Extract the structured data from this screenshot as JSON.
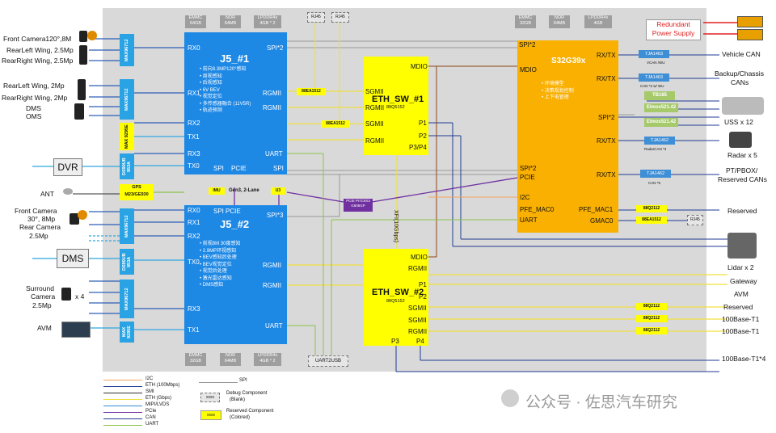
{
  "left": {
    "front_camera": "Front Camera120°,8M",
    "rearleft_wing_1": "RearLeft Wing, 2.5Mp",
    "rearright_wing_1": "RearRight Wing, 2.5Mp",
    "rearleft_wing_2": "RearLeft Wing, 2Mp",
    "rearright_wing_2": "RearRight Wing, 2Mp",
    "dms_1": "DMS",
    "oms": "OMS",
    "dvr": "DVR",
    "ant": "ANT",
    "front_camera_30_a": "Front Camera",
    "front_camera_30_b": "30°, 8Mp",
    "rear_camera_a": "Rear Camera",
    "rear_camera_b": "2.5Mp",
    "dms_2": "DMS",
    "surround_a": "Surround",
    "surround_b": "Camera",
    "surround_c": "2.5Mp",
    "surround_x4": "x 4",
    "avm": "AVM"
  },
  "serializers": {
    "max96712_1": "MAX96712",
    "max96712_2": "MAX96712",
    "max9295e_1": "MAX 9295E",
    "ds90ub_1": "DS90UB 953A",
    "gps": "GPS M23/GE930",
    "max96712_3": "MAX96712",
    "ds90ub_2": "DS90UB 953A",
    "max96712_4": "MAX96712",
    "max9295e_2": "MAX 9295E"
  },
  "j5_1": {
    "name": "J5_#1",
    "ports": {
      "rx0": "RX0",
      "rx1": "RX1",
      "rx2": "RX2",
      "tx1": "TX1",
      "rx3": "RX3",
      "tx0": "TX0",
      "spi_b": "SPI",
      "pcie": "PCIE",
      "spi_br": "SPI",
      "spi2": "SPI*2",
      "rgmii_a": "RGMII",
      "rgmii_b": "RGMII",
      "uart": "UART"
    },
    "features": [
      "前向8.3MP120°感知",
      "周视感知",
      "后视感知",
      "6V BEV",
      "视觉定位",
      "多传感器融合 (11V5R)",
      "轨迹预测"
    ],
    "mem": [
      {
        "name": "EMMC",
        "size": "64GB"
      },
      {
        "name": "NOR",
        "size": "64MB"
      },
      {
        "name": "LPDDR4x",
        "size": "4GB * 2"
      }
    ]
  },
  "j5_2": {
    "name": "J5_#2",
    "ports": {
      "rx0": "RX0",
      "rx1": "RX1",
      "rx2": "RX2",
      "tx0": "TX0",
      "rx3": "RX3",
      "tx1": "TX1",
      "spi_t": "SPI",
      "pcie": "PCIE",
      "spi3": "SPI*3",
      "rgmii_a": "RGMII",
      "rgmii_b": "RGMII",
      "uart": "UART"
    },
    "features": [
      "前视8M 30度感知",
      "2.9MP环视感知",
      "BEV感知后处理",
      "BEV视觉定位",
      "视觉后处理",
      "激光雷达感知",
      "DMS感知"
    ],
    "mem": [
      {
        "name": "EMMC",
        "size": "32GB"
      },
      {
        "name": "NOR",
        "size": "64MB"
      },
      {
        "name": "LPDDR4x",
        "size": "4GB * 2"
      }
    ]
  },
  "top_rj45": [
    "RJ45",
    "RJ45"
  ],
  "eth_sw_1": {
    "name": "ETH_SW_#1",
    "chip": "88Q5152",
    "ports": {
      "mdio": "MDIO",
      "sgmii_a": "SGMII",
      "rgmii_a": "RGMII",
      "sgmii_b": "SGMII",
      "rgmii_b": "RGMII",
      "p1": "P1",
      "p2": "P2",
      "p34": "P3/P4"
    }
  },
  "eth_sw_2": {
    "name": "ETH_SW_#2",
    "chip": "88Q5152",
    "ports": {
      "mdio": "MDIO",
      "rgmii": "RGMII",
      "p1": "P1",
      "p2": "P2",
      "sgmii_a": "SGMII",
      "sgmii_b": "SGMII",
      "rgmii_b": "RGMII",
      "p3": "P3",
      "p4": "P4"
    }
  },
  "s32g": {
    "name": "S32G39x",
    "features": [
      "环境模型",
      "决策规划控制",
      "上下电管理"
    ],
    "ports": {
      "spi2_t": "SPI*2",
      "mdio": "MDIO",
      "rxtx_1": "RX/TX",
      "rxtx_2": "RX/TX",
      "spi2_r": "SPI*2",
      "rxtx_3": "RX/TX",
      "rxtx_4": "RX/TX",
      "spi2_l": "SPI*2",
      "pcie": "PCIE",
      "i2c": "I2C",
      "pfe_mac0": "PFE_MAC0",
      "uart": "UART",
      "pfe_mac1": "PFE_MAC1",
      "gmac0": "GMAC0"
    },
    "mem": [
      {
        "name": "EMMC",
        "size": "32GB"
      },
      {
        "name": "NOR",
        "size": "64MB"
      },
      {
        "name": "LPDDR4x",
        "size": "4GB"
      }
    ]
  },
  "mid": {
    "bbea_1": "88EA1512",
    "bbea_2": "88EA1512",
    "imu": "IMU",
    "u3": "U3",
    "gen3": "Gen3, 2-Lane",
    "pcie_switch": "PCIE PI7C9X3 G606GP",
    "xfi": "XFI(10Gbps)",
    "uart2usb": "UART2USB"
  },
  "right_chips": {
    "tja1463_1": "TJA1463",
    "vcan": "VCAN /WU",
    "tja1463_2": "TJA1463",
    "can2": "CAN *2 w/ WU",
    "tb": "TB185",
    "elmos_1": "Elmos521.42",
    "elmos_2": "Elmos521.42",
    "tja1462_1": "TJA1462",
    "radarcan": "RadarCAN *3",
    "tja1462_2": "TJA1462",
    "can5": "CAN *5",
    "bq2112_1": "88Q2112",
    "bbea_3": "88EA1512",
    "rj45_r": "RJ45",
    "bq2112_2": "88Q2112",
    "bq2112_3": "88Q2112",
    "bq2112_4": "88Q2112"
  },
  "right": {
    "redundant_a": "Redundant",
    "redundant_b": "Power Supply",
    "vehicle_can": "Vehicle CAN",
    "backup_a": "Backup/Chassis",
    "backup_b": "CANs",
    "uss": "USS x 12",
    "radar": "Radar x 5",
    "ptpbox_a": "PT/PBOX/",
    "ptpbox_b": "Reserved CANs",
    "reserved_1": "Reserved",
    "lidar": "Lidar x 2",
    "gateway": "Gateway",
    "avm": "AVM",
    "reserved_2": "Reserved",
    "t1_a": "100Base-T1",
    "t1_b": "100Base-T1",
    "t1_4": "100Base-T1*4"
  },
  "legend": {
    "items": [
      {
        "label": "I2C",
        "color": "#f4a460"
      },
      {
        "label": "ETH (100Mbps)",
        "color": "#1f3a93"
      },
      {
        "label": "SMI",
        "color": "#333333"
      },
      {
        "label": "ETH (Gbps)",
        "color": "#f0e040"
      },
      {
        "label": "MIPI/LVDS",
        "color": "#2e8bd8"
      },
      {
        "label": "PCIe",
        "color": "#7030a0"
      },
      {
        "label": "CAN",
        "color": "#1f3a93"
      },
      {
        "label": "UART",
        "color": "#8bc34a"
      }
    ],
    "spi": "SPI",
    "debug_box": "xxxx",
    "debug_a": "Debug Component",
    "debug_b": "(Blank)",
    "reserved_box": "xxxx",
    "reserved_a": "Reserved Component",
    "reserved_b": "(Colored)"
  },
  "watermark": "公众号 · 佐思汽车研究",
  "colors": {
    "board": "#d9d9d9",
    "j5": "#1e88e5",
    "switch": "#ffff00",
    "s32g": "#f9b000",
    "tja": "#3f8fd6",
    "elmos": "#a6c96a"
  }
}
